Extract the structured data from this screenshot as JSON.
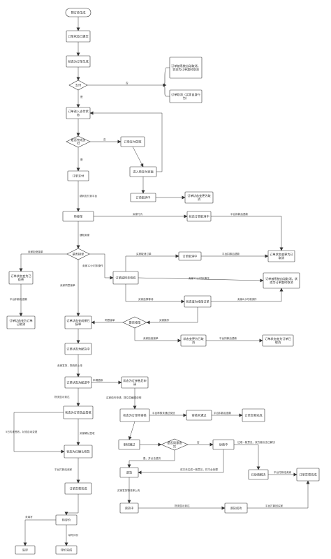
{
  "diagram": {
    "nodes": {
      "start": "预订单生成",
      "n_submit": "订单状态已提交",
      "n_pending_pay": "状态为订单生成",
      "d_pay": "支付",
      "n_cancel_sys": "订单被系统自动取消，状态为订单超时取消",
      "n_cancel_buyer": "订单取消（买家自身行为）",
      "n_enter_pay": "订单进入支付状态",
      "d_pay_done": "是否完成支付",
      "n_pay_fail": "订单支付失败",
      "n_return_pay": "进入待支付页面",
      "n_pay_success": "订单支付",
      "n_cancelling": "订单取消中",
      "n_cancel_changed": "订单状态变更为取消",
      "n_to_accept": "待接单",
      "n_status_cancel_mid": "状态订单取消中",
      "d_accept": "是否接单",
      "n_cancel_mid2": "订单取消中",
      "n_cancelled_right": "订单状态变更为已取消",
      "n_reject": "订单状态变为已拒绝",
      "n_timeout": "订单超时未响应",
      "n_sys_timeout_cancel": "订单被系统自动取消，状态为订单超时取消",
      "n_wait_confirm": "状态变为修改订单",
      "n_reject_cancel": "订单状态变为订单已取消",
      "n_accepted": "订单状态变成接已接单",
      "d_confirm": "是否修改",
      "n_status_cancelled": "状态变更为已取消",
      "n_cancelled_final": "订单状态变为订单已取消",
      "n_to_ship": "订单状态为配货中",
      "n_shipping": "订单状态为配送中",
      "n_refund_apply": "状态为订单售后申请",
      "n_delivered": "状态为订单货品签收",
      "n_platform_review": "状态为订单待审核",
      "n_not_passed": "审核未通过",
      "n_closed": "订单交易完成",
      "n_passed": "审核通过",
      "d_seller_agree": "是否同意退货",
      "n_negotiate": "协商中",
      "n_receipt_done": "状态为已确认收货",
      "n_resolved": "已协商解决",
      "n_complete_right": "订单交易完成",
      "n_return": "退货",
      "n_order_done": "订单交易完成",
      "n_returning": "退货中",
      "n_return_success": "退货成功",
      "n_to_review": "待评价",
      "n_no_review": "没评",
      "n_reviewed": "评价完成"
    },
    "edges": {
      "e_no": "否",
      "e_yes": "是",
      "e_yes2": "是",
      "e_no2": "否",
      "e_after_pay": "跳转支付到平台",
      "e_seller_act": "买家行为",
      "e_platform_refund": "平台扣款后退款",
      "e_notify_seller": "通知卖家",
      "e_reject_accept": "卖家拒绝接单",
      "e_seller_12h": "卖家12小时未操作",
      "e_buyer_cancel": "买家取消订单",
      "e_platform_refund2": "平台扣款后退款",
      "e_12h_none": "卖家12小时未操作",
      "e_buyer_pick": "买家选择等待",
      "e_seller_6h": "卖家6小时未操作",
      "e_platform_refund3": "平台扣款后退款",
      "e_agree_accept": "卖家同意接单",
      "e_agree": "同意接单",
      "e_buyer_op": "买家操作",
      "e_reject_accept2": "卖家拒绝接单",
      "e_platform_refund4": "平台扣款后退款",
      "e_ship_logistics": "卖家发货，物流单上传",
      "e_apply_refund": "申请退款",
      "e_logistics_show": "物流显示到达",
      "e_fill_apply": "买家填写申请、提交并截图说明",
      "e_platform_fail": "平台审核未通过驳回",
      "e_platform_refund5": "平台扣款后退款",
      "e_5day_auto": "5日内未签收，状态自动变更",
      "e_buyer_confirm": "买家确认签收",
      "e_no3": "否",
      "e_not_reach": "双方未达成一致意见，将平台处理",
      "e_yes3": "是、并点击退货",
      "e_reach": "达成一致意见，双方都点击已解决",
      "e_platform_finish": "平台打款给卖家",
      "e_platform_pay_seller": "平台打款给卖家",
      "e_both_disagree": "双方未达成一致意见",
      "e_buyer_upload": "买家发货物流单上传",
      "e_logistics_arrive": "物流显示到达",
      "e_platform_refund6": "平台打款回买家",
      "e_no_review": "未填写",
      "e_fill_review": "填写评价"
    }
  }
}
